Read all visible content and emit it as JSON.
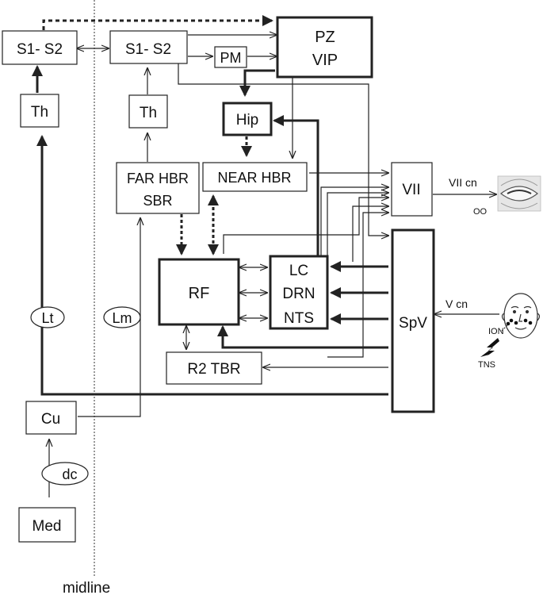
{
  "nodes": {
    "s1s2_left": "S1- S2",
    "s1s2_right": "S1- S2",
    "pm": "PM",
    "pz_vip_line1": "PZ",
    "pz_vip_line2": "VIP",
    "th_left": "Th",
    "th_right": "Th",
    "hip": "Hip",
    "far_hbr": "FAR HBR",
    "sbr": "SBR",
    "near_hbr": "NEAR HBR",
    "vii": "VII",
    "rf": "RF",
    "lc": "LC",
    "drn": "DRN",
    "nts": "NTS",
    "spv": "SpV",
    "r2_tbr": "R2 TBR",
    "cu": "Cu",
    "med": "Med"
  },
  "tracts": {
    "lt": "Lt",
    "lm": "Lm",
    "dc": "dc"
  },
  "labels": {
    "vii_cn": "VII cn",
    "v_cn": "V cn",
    "oo": "OO",
    "ion": "ION",
    "tns": "TNS",
    "midline": "midline"
  },
  "icons": {
    "eye": "eye-icon",
    "face": "face-icon",
    "stimulus": "lightning-icon"
  }
}
